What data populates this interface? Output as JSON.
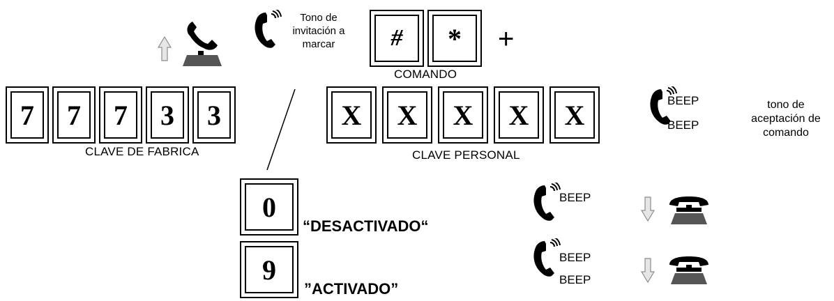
{
  "header": {
    "tone_label": "Tono de invitación a marcar",
    "tone_lines": [
      "Tono de",
      "invitación a",
      "marcar"
    ],
    "command_keys": [
      "#",
      "*"
    ],
    "plus": "+",
    "command_label": "COMANDO"
  },
  "code_row": {
    "factory_keys": [
      "7",
      "7",
      "7",
      "3",
      "3"
    ],
    "separator": "/",
    "personal_keys": [
      "X",
      "X",
      "X",
      "X",
      "X"
    ],
    "factory_label": "CLAVE DE FABRICA",
    "personal_label": "CLAVE PERSONAL",
    "beeps": [
      "BEEP",
      "BEEP"
    ],
    "accept_lines": [
      "tono de",
      "aceptación de",
      "comando"
    ]
  },
  "options": [
    {
      "key": "0",
      "label": "“DESACTIVADO“",
      "beeps": [
        "BEEP"
      ]
    },
    {
      "key": "9",
      "label": "”ACTIVADO”",
      "beeps": [
        "BEEP",
        "BEEP"
      ]
    }
  ],
  "icons": {
    "lift": "phone-off-hook-icon",
    "hangup": "phone-on-hook-icon",
    "ringing": "ringing-handset-icon",
    "arrow_up": "arrow-up-icon",
    "arrow_down": "arrow-down-icon"
  },
  "colors": {
    "ink": "#000000",
    "arrow": "#bfbfbf"
  }
}
